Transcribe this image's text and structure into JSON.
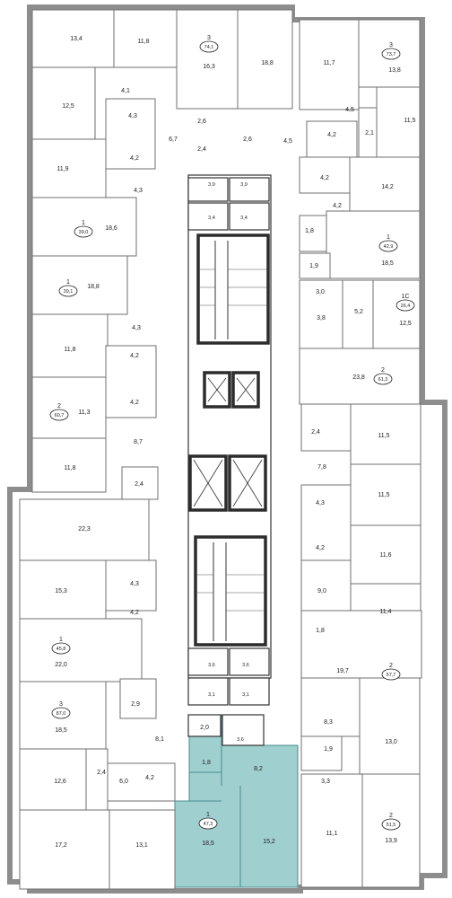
{
  "palette": {
    "highlight": "#9fcfcf",
    "wall": "#8d8d8d",
    "inner": "#6f6f6f"
  },
  "room_areas": {
    "r_134": "13,4",
    "r_118a": "11,8",
    "r_163": "16,3",
    "r_188a": "18,8",
    "r_117": "11,7",
    "r_138": "13,8",
    "r_41a": "4,1",
    "r_125a": "12,5",
    "r_43a": "4,3",
    "r_67": "6,7",
    "r_26a": "2,6",
    "r_26b": "2,6",
    "r_45a": "4,5",
    "r_42a": "4,2",
    "r_21": "2,1",
    "r_115a": "11,5",
    "r_24a": "2,4",
    "r_45b": "4,5",
    "r_119": "11,9",
    "r_42b": "4,2",
    "r_43b": "4,3",
    "r_39a": "3,9",
    "r_39b": "3,9",
    "r_42c": "4,2",
    "r_142": "14,2",
    "r_34a": "3,4",
    "r_34b": "3,4",
    "r_186": "18,6",
    "r_42d": "4,2",
    "r_18a": "1,8",
    "r_185a": "18,5",
    "r_19a": "1,9",
    "r_188b": "18,8",
    "r_30": "3,0",
    "r_52": "5,2",
    "r_38": "3,8",
    "r_125b": "12,5",
    "r_43c": "4,3",
    "r_118b": "11,8",
    "r_42e": "4,2",
    "r_238": "23,8",
    "r_42f": "4,2",
    "r_113": "11,3",
    "r_24b": "2,4",
    "r_115b": "11,5",
    "r_87": "8,7",
    "r_78": "7,8",
    "r_118c": "11,8",
    "r_24c": "2,4",
    "r_115c": "11,5",
    "r_223": "22,3",
    "r_43d": "4,3",
    "r_42g": "4,2",
    "r_116": "11,6",
    "r_153": "15,3",
    "r_43e": "4,3",
    "r_90": "9,0",
    "r_42h": "4,2",
    "r_114": "11,4",
    "r_18b": "1,8",
    "r_220": "22,0",
    "r_36a": "3,6",
    "r_36b": "3,6",
    "r_197": "19,7",
    "r_31a": "3,1",
    "r_31b": "3,1",
    "r_29": "2,9",
    "r_185b": "18,5",
    "r_83": "8,3",
    "r_20": "2,0",
    "r_81": "8,1",
    "r_36c": "3,6",
    "r_19b": "1,9",
    "r_130": "13,0",
    "r_18c": "1,8",
    "r_82": "8,2",
    "r_126": "12,6",
    "r_24d": "2,4",
    "r_60": "6,0",
    "r_42i": "4,2",
    "r_33": "3,3",
    "r_185c": "18,5",
    "r_152": "15,2",
    "r_111": "11,1",
    "r_139": "13,9",
    "r_172": "17,2",
    "r_131": "13,1"
  },
  "apartments": [
    {
      "rooms": "3",
      "area": "74,1"
    },
    {
      "rooms": "3",
      "area": "73,7"
    },
    {
      "rooms": "1",
      "area": "39,0"
    },
    {
      "rooms": "1",
      "area": "42,9"
    },
    {
      "rooms": "1",
      "area": "39,1"
    },
    {
      "rooms": "1С",
      "area": "26,4"
    },
    {
      "rooms": "2",
      "area": "61,3"
    },
    {
      "rooms": "2",
      "area": "60,7"
    },
    {
      "rooms": "1",
      "area": "45,8"
    },
    {
      "rooms": "2",
      "area": "57,7"
    },
    {
      "rooms": "3",
      "area": "87,0"
    },
    {
      "rooms": "2",
      "area": "51,5"
    },
    {
      "rooms": "1",
      "area": "47,3"
    }
  ]
}
